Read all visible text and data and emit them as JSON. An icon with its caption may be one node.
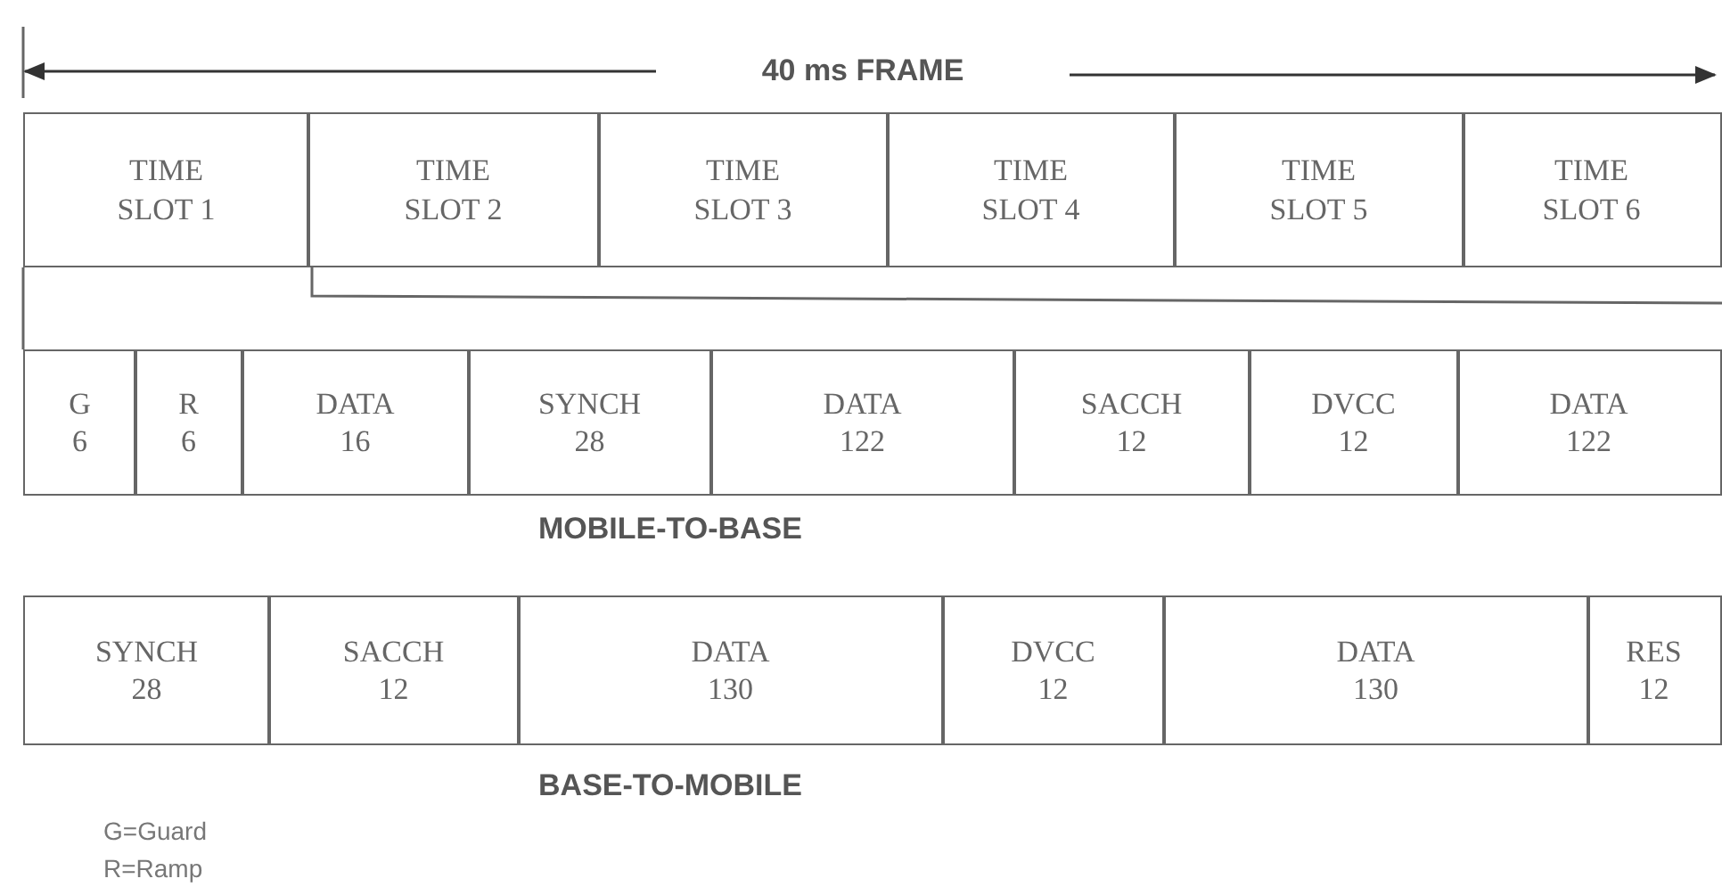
{
  "diagram": {
    "nodes": [
      {
        "text": [
          "TIME",
          "SLOT 1"
        ]
      },
      {
        "text": [
          "TIME",
          "SLOT 2"
        ]
      },
      {
        "text": [
          "TIME",
          "SLOT 3"
        ]
      },
      {
        "text": [
          "TIME",
          "SLOT 4"
        ]
      },
      {
        "text": [
          "TIME",
          "SLOT 5"
        ]
      },
      {
        "text": [
          "TIME",
          "SLOT 6"
        ]
      },
      {
        "text": [
          "G",
          "6"
        ]
      },
      {
        "text": [
          "R",
          "6"
        ]
      },
      {
        "text": [
          "DATA",
          "16"
        ]
      },
      {
        "text": [
          "SYNCH",
          "28"
        ]
      },
      {
        "text": [
          "DATA",
          "122"
        ]
      },
      {
        "text": [
          "SACCH",
          "12"
        ]
      },
      {
        "text": [
          "DVCC",
          "12"
        ]
      },
      {
        "text": [
          "DATA",
          "122"
        ]
      },
      {
        "text": [
          "SYNCH",
          "28"
        ]
      },
      {
        "text": [
          "SACCH",
          "12"
        ]
      },
      {
        "text": [
          "DATA",
          "130"
        ]
      },
      {
        "text": [
          "DVCC",
          "12"
        ]
      },
      {
        "text": [
          "DATA",
          "130"
        ]
      },
      {
        "text": [
          "RES",
          "12"
        ]
      }
    ],
    "labels": [
      "40 ms FRAME",
      "MOBILE-TO-BASE",
      "BASE-TO-MOBILE",
      "G=Guard",
      "R=Ramp"
    ]
  }
}
